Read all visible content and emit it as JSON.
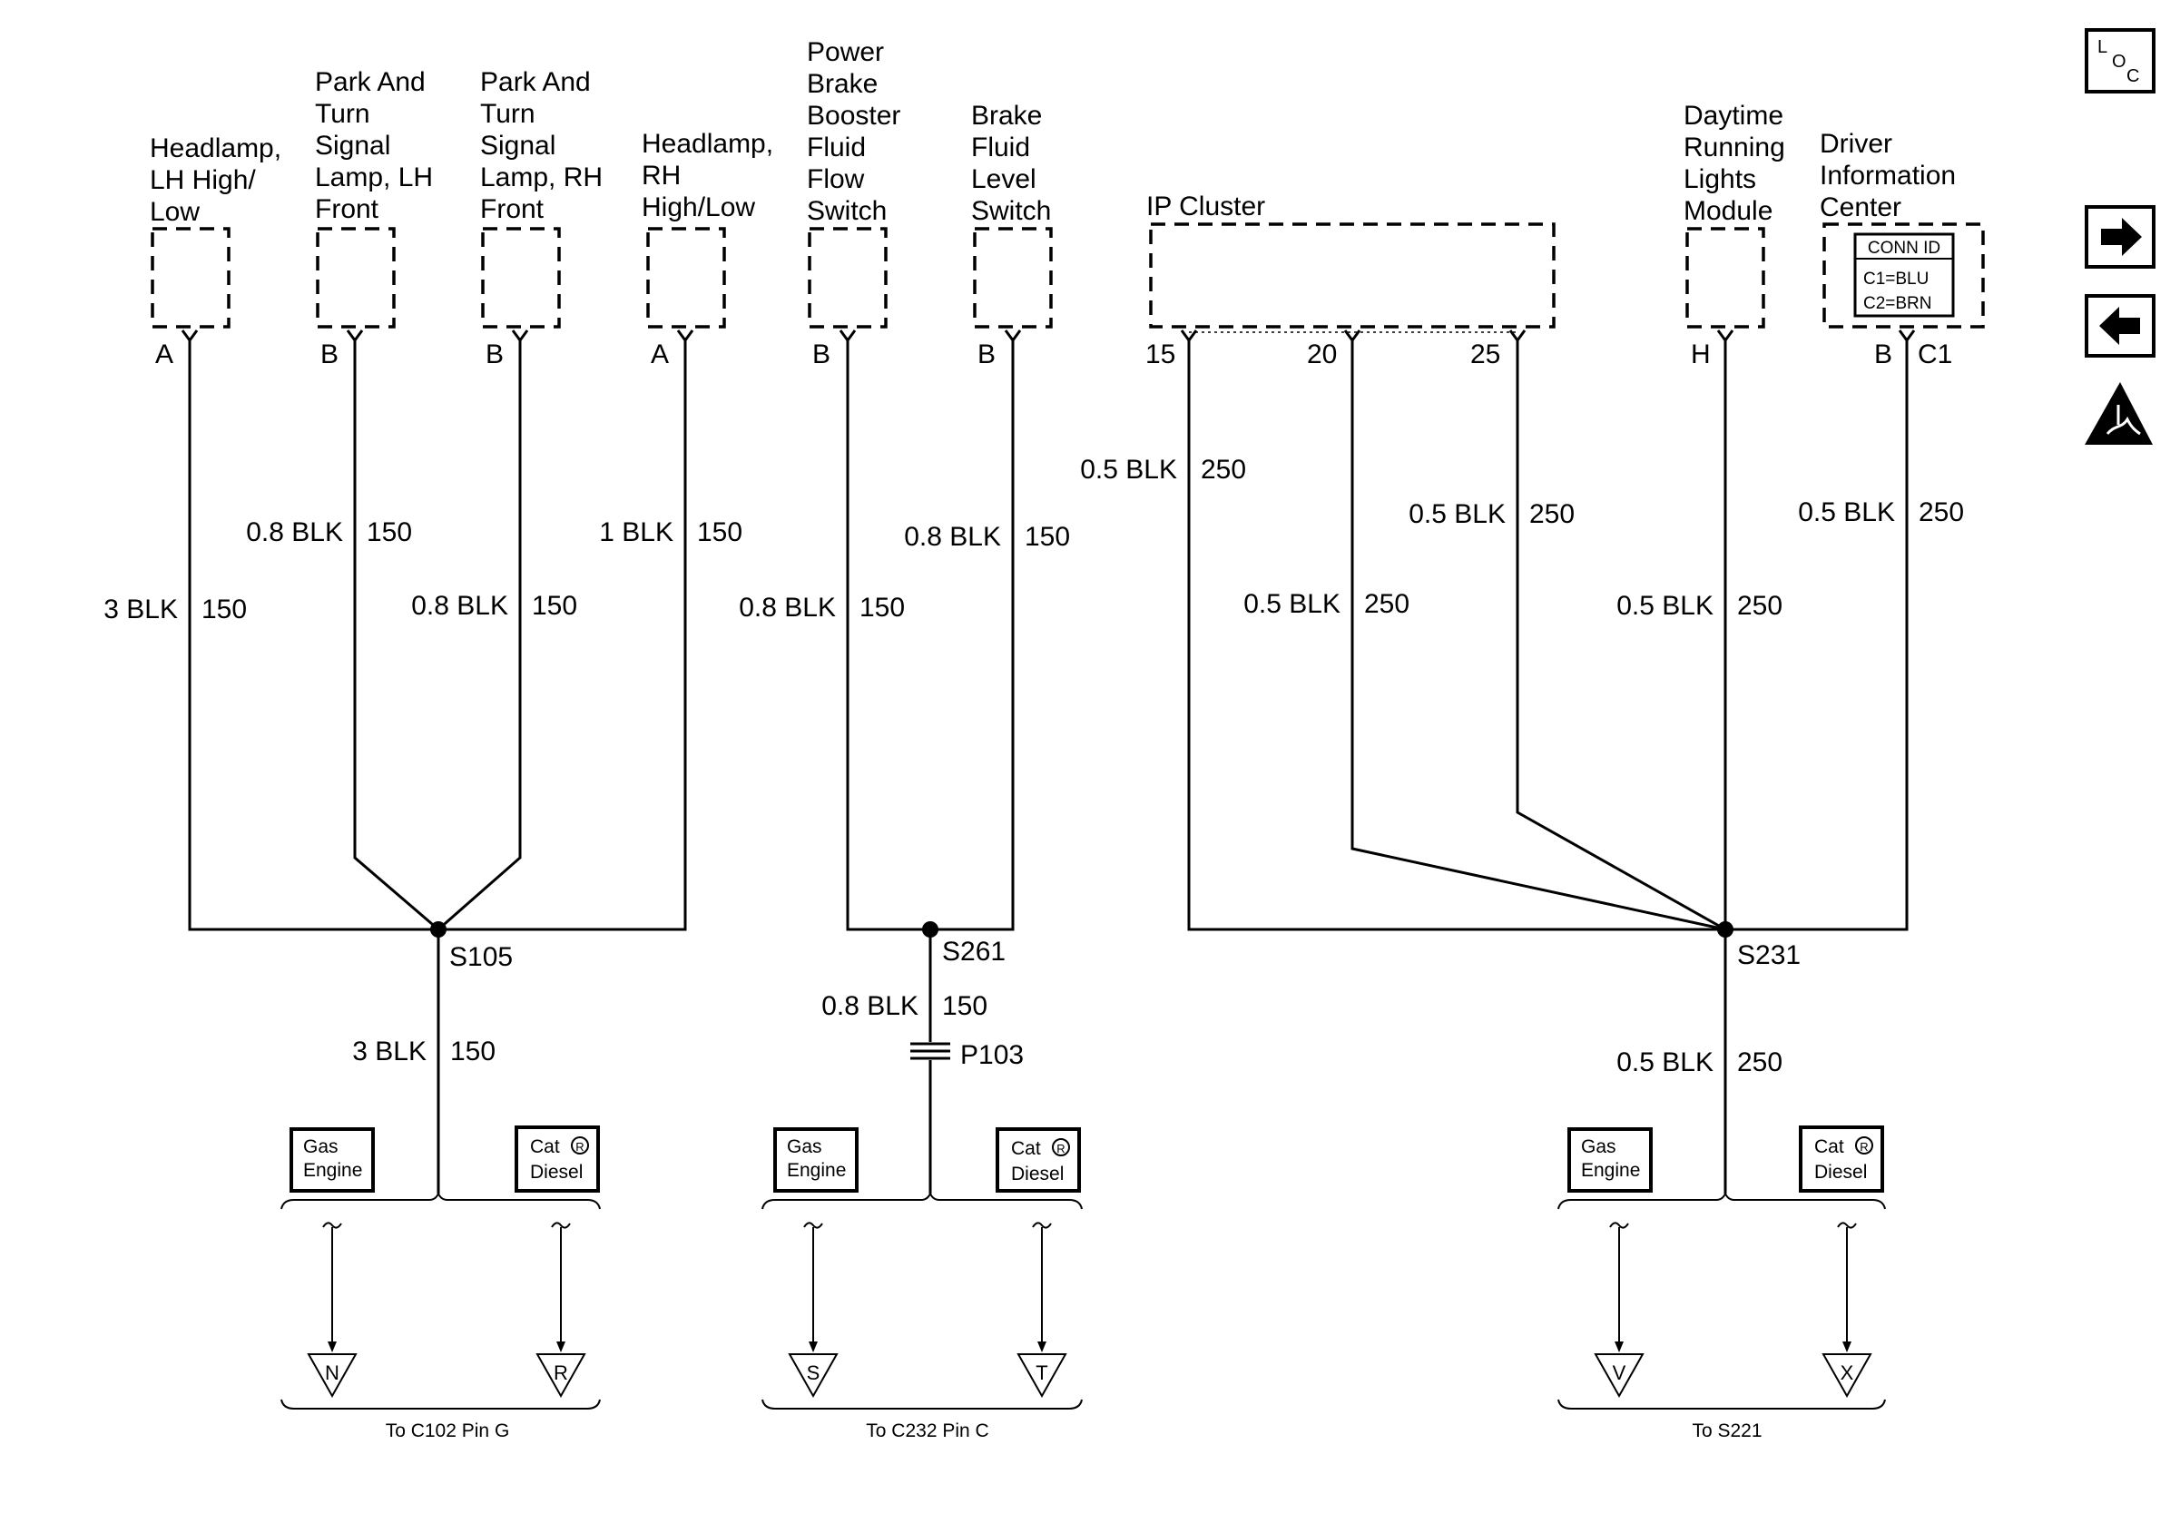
{
  "components": [
    {
      "id": "headlamp-lh",
      "label": [
        "Headlamp,",
        "LH High/",
        "Low"
      ],
      "pin": "A",
      "wire_size": "3 BLK",
      "circuit": "150"
    },
    {
      "id": "park-turn-lh",
      "label": [
        "Park And",
        "Turn",
        "Signal",
        "Lamp, LH",
        "Front"
      ],
      "pin": "B",
      "wire_size": "0.8 BLK",
      "circuit": "150"
    },
    {
      "id": "park-turn-rh",
      "label": [
        "Park And",
        "Turn",
        "Signal",
        "Lamp, RH",
        "Front"
      ],
      "pin": "B",
      "wire_size": "0.8 BLK",
      "circuit": "150"
    },
    {
      "id": "headlamp-rh",
      "label": [
        "Headlamp,",
        "RH",
        "High/Low"
      ],
      "pin": "A",
      "wire_size": "1 BLK",
      "circuit": "150"
    },
    {
      "id": "power-brake-booster",
      "label": [
        "Power",
        "Brake",
        "Booster",
        "Fluid",
        "Flow",
        "Switch"
      ],
      "pin": "B",
      "wire_size": "0.8 BLK",
      "circuit": "150"
    },
    {
      "id": "brake-fluid-level",
      "label": [
        "Brake",
        "Fluid",
        "Level",
        "Switch"
      ],
      "pin": "B",
      "wire_size": "0.8 BLK",
      "circuit": "150"
    },
    {
      "id": "daytime-running-lights",
      "label": [
        "Daytime",
        "Running",
        "Lights",
        "Module"
      ],
      "pin": "H",
      "wire_size": "0.5 BLK",
      "circuit": "250"
    },
    {
      "id": "driver-info-center",
      "label": [
        "Driver",
        "Information",
        "Center"
      ],
      "pin": "B",
      "connector": "C1",
      "wire_size": "0.5 BLK",
      "circuit": "250",
      "conn_id": {
        "title": "CONN ID",
        "lines": [
          "C1=BLU",
          "C2=BRN"
        ]
      }
    }
  ],
  "ip_cluster": {
    "label": "IP Cluster",
    "pins": [
      {
        "pin": "15",
        "wire_size": "0.5 BLK",
        "circuit": "250"
      },
      {
        "pin": "20",
        "wire_size": "0.5 BLK",
        "circuit": "250"
      },
      {
        "pin": "25",
        "wire_size": "0.5 BLK",
        "circuit": "250"
      }
    ]
  },
  "splices": [
    {
      "id": "S105",
      "out_wire_size": "3 BLK",
      "out_circuit": "150"
    },
    {
      "id": "S261",
      "out_wire_size": "0.8 BLK",
      "out_circuit": "150"
    },
    {
      "id": "S231",
      "out_wire_size": "0.5 BLK",
      "out_circuit": "250"
    }
  ],
  "connector_p103": "P103",
  "options": [
    {
      "gas": [
        "Gas",
        "Engine"
      ],
      "diesel": [
        "Cat",
        "Diesel"
      ],
      "registered": "R",
      "arrows": [
        "N",
        "R"
      ],
      "destination": "To C102 Pin G"
    },
    {
      "gas": [
        "Gas",
        "Engine"
      ],
      "diesel": [
        "Cat",
        "Diesel"
      ],
      "registered": "R",
      "arrows": [
        "S",
        "T"
      ],
      "destination": "To C232 Pin C"
    },
    {
      "gas": [
        "Gas",
        "Engine"
      ],
      "diesel": [
        "Cat",
        "Diesel"
      ],
      "registered": "R",
      "arrows": [
        "V",
        "X"
      ],
      "destination": "To S221"
    }
  ],
  "toolbar": {
    "loc": {
      "l": "L",
      "o": "O",
      "c": "C"
    },
    "icons": [
      "right-arrow-icon",
      "left-arrow-icon",
      "esd-warning-icon"
    ]
  }
}
